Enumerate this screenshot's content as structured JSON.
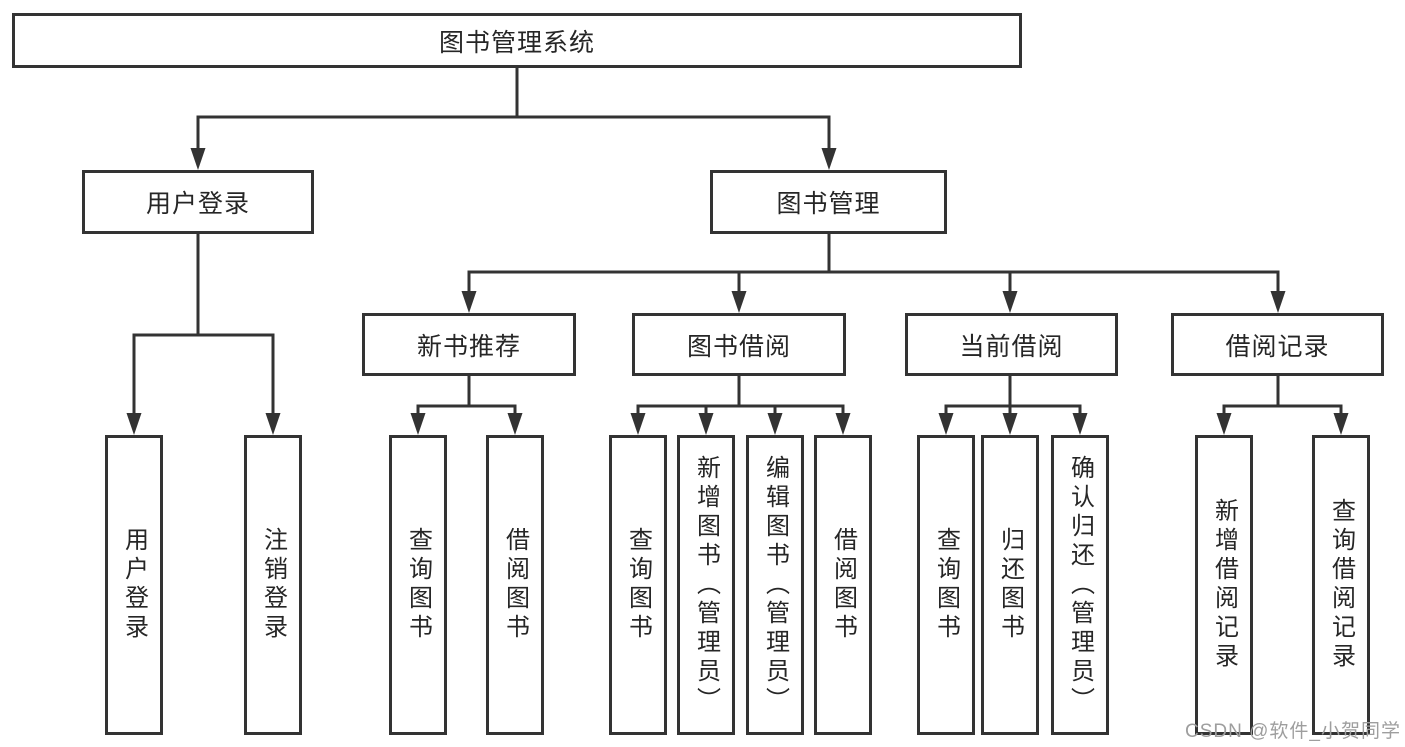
{
  "tree": {
    "root": "图书管理系统",
    "user": {
      "label": "用户登录",
      "children": [
        "用户登录",
        "注销登录"
      ]
    },
    "mgmt": {
      "label": "图书管理",
      "sections": [
        {
          "label": "新书推荐",
          "children": [
            "查询图书",
            "借阅图书"
          ]
        },
        {
          "label": "图书借阅",
          "children": [
            "查询图书",
            "新增图书（管理员）",
            "编辑图书（管理员）",
            "借阅图书"
          ]
        },
        {
          "label": "当前借阅",
          "children": [
            "查询图书",
            "归还图书",
            "确认归还（管理员）"
          ]
        },
        {
          "label": "借阅记录",
          "children": [
            "新增借阅记录",
            "查询借阅记录"
          ]
        }
      ]
    }
  },
  "watermark": "CSDN @软件_小贺同学",
  "colors": {
    "line": "#333333",
    "text": "#262626",
    "background": "#ffffff",
    "watermark": "#9e9e9e"
  }
}
